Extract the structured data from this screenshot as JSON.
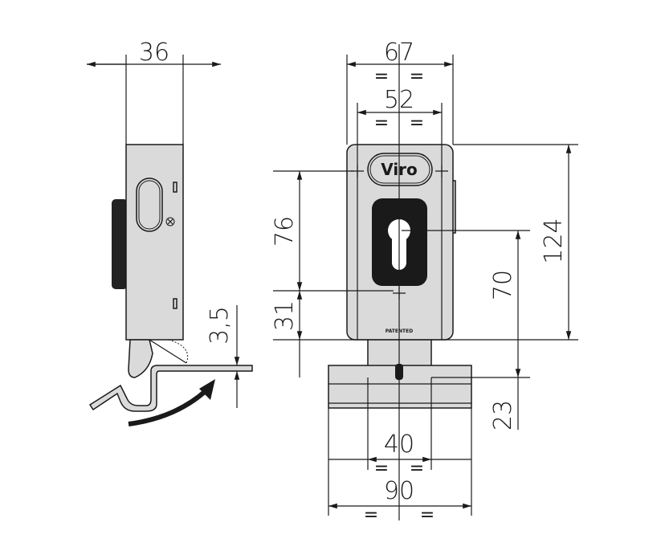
{
  "title": "Viro lock technical drawing",
  "brand": "Viro",
  "plate_text": "PATENTED",
  "dimensions": {
    "side_width": "36",
    "latch_offset": "3,5",
    "front_width": "67",
    "hole_spacing": "52",
    "upper_hole_to_lower": "76",
    "lower_hole_to_bottom": "31",
    "total_height": "124",
    "cylinder_to_strike": "70",
    "strike_height": "23",
    "strike_neck_width": "40",
    "strike_width": "90"
  },
  "equal_mark": "="
}
